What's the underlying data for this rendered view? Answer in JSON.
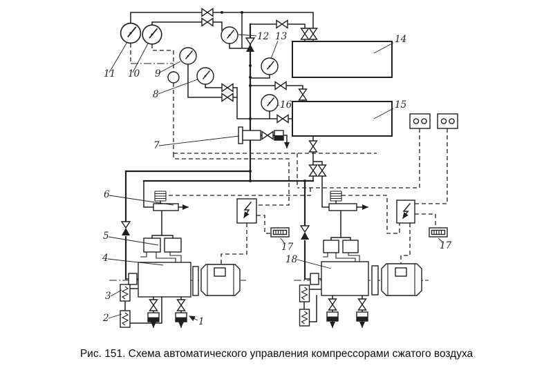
{
  "figure": {
    "caption": "Рис. 151. Схема автоматического управления компрессорами сжатого воздуха"
  },
  "colors": {
    "ink": "#1f1f1f",
    "paper": "#ffffff"
  },
  "labels": [
    {
      "text": "11"
    },
    {
      "text": "10"
    },
    {
      "text": "9"
    },
    {
      "text": "8"
    },
    {
      "text": "12"
    },
    {
      "text": "13"
    },
    {
      "text": "14"
    },
    {
      "text": "15"
    },
    {
      "text": "16"
    },
    {
      "text": "7"
    },
    {
      "text": "6"
    },
    {
      "text": "5"
    },
    {
      "text": "4"
    },
    {
      "text": "3"
    },
    {
      "text": "2"
    },
    {
      "text": "1"
    },
    {
      "text": "17"
    },
    {
      "text": "18"
    },
    {
      "text": "17"
    }
  ]
}
